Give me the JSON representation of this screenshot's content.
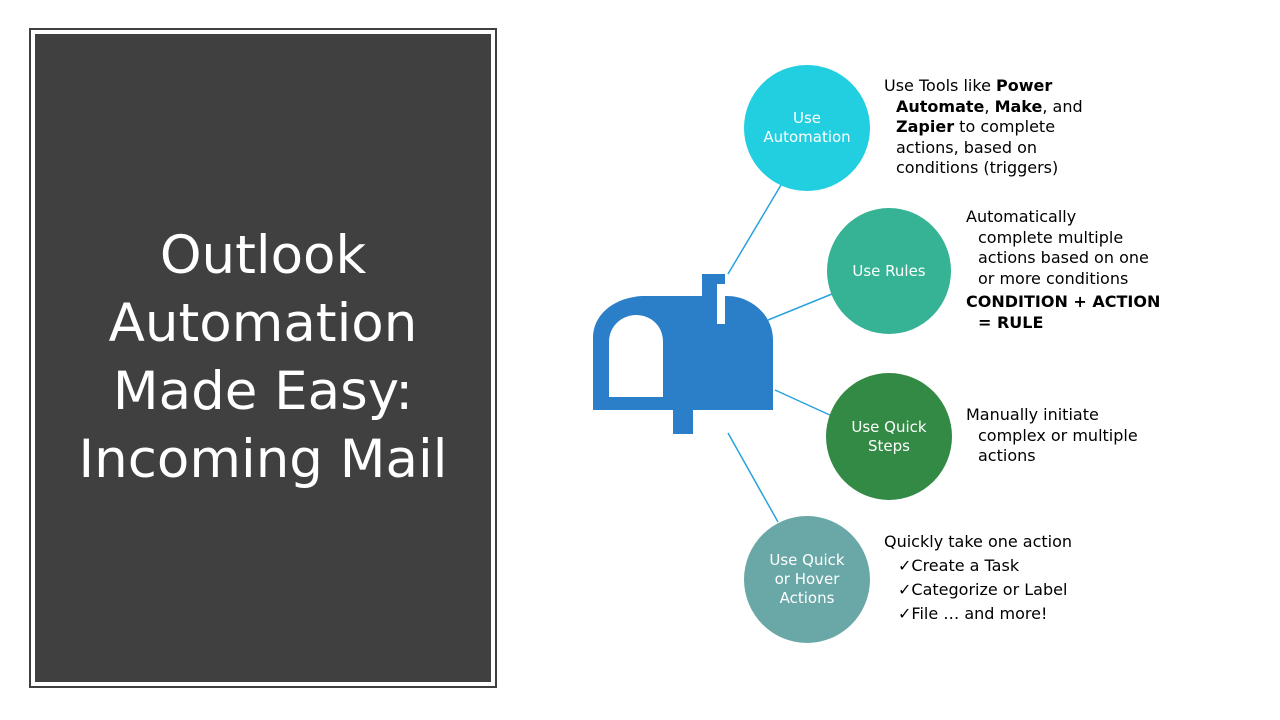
{
  "title": {
    "lines": [
      "Outlook",
      "Automation",
      "Made Easy:",
      "Incoming Mail"
    ]
  },
  "colors": {
    "panel": "#404040",
    "mailbox": "#2a7fc8",
    "connector": "#29a3dc"
  },
  "icon": {
    "name": "mailbox-icon"
  },
  "nodes": [
    {
      "lines": [
        "Use",
        "Automation"
      ],
      "color": "#22cfe0"
    },
    {
      "lines": [
        "Use Rules"
      ],
      "color": "#35b394"
    },
    {
      "lines": [
        "Use Quick",
        "Steps"
      ],
      "color": "#338a45"
    },
    {
      "lines": [
        "Use Quick",
        "or Hover",
        "Actions"
      ],
      "color": "#6aa8a8"
    }
  ],
  "descriptions": {
    "automation": {
      "l1_pre": "Use Tools like ",
      "l1_bold": "Power",
      "l2_bold_a": "Automate",
      "l2_mid": ", ",
      "l2_bold_b": "Make",
      "l2_post": ", and",
      "l3_bold": "Zapier",
      "l3_post": " to complete",
      "l4": "actions, based on",
      "l5": "conditions (triggers)"
    },
    "rules": {
      "l1": "Automatically",
      "l2": "complete multiple",
      "l3": "actions based on one",
      "l4": "or more conditions",
      "formula1": "CONDITION + ACTION",
      "formula2": "= RULE"
    },
    "quick_steps": {
      "l1": "Manually initiate",
      "l2": "complex or multiple",
      "l3": "actions"
    },
    "quick_actions": {
      "l1": "Quickly take one action",
      "checks": [
        "✓Create a Task",
        "✓Categorize or Label",
        "✓File … and more!"
      ]
    }
  }
}
